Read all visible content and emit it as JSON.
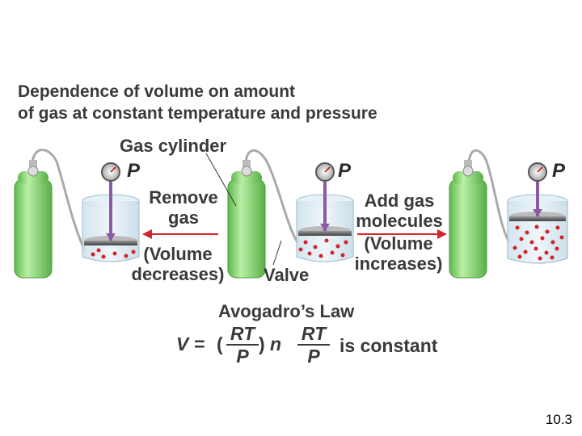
{
  "title_line1": "Dependence of volume on amount",
  "title_line2": "of gas at constant temperature and pressure",
  "gas_cylinder_label": "Gas cylinder",
  "pressure_symbol": "P",
  "remove_gas_line1": "Remove",
  "remove_gas_line2": "gas",
  "volume_decreases_line1": "(Volume",
  "volume_decreases_line2": "decreases)",
  "valve_label": "Valve",
  "add_gas_line1": "Add gas",
  "add_gas_line2": "molecules",
  "volume_increases_line1": "(Volume",
  "volume_increases_line2": "increases)",
  "law_title": "Avogadro’s Law",
  "formula": {
    "v_eq": "V =",
    "open_paren": "(",
    "close_paren": ")",
    "frac_num": "RT",
    "frac_den": "P",
    "n": "n",
    "constant_text": "is constant"
  },
  "slide_number": "10.3",
  "colors": {
    "cylinder_green": "#7fd36a",
    "molecule_red": "#d4232a",
    "arrow_purple": "#8b5aa6",
    "text_gray": "#3a3a3a"
  }
}
